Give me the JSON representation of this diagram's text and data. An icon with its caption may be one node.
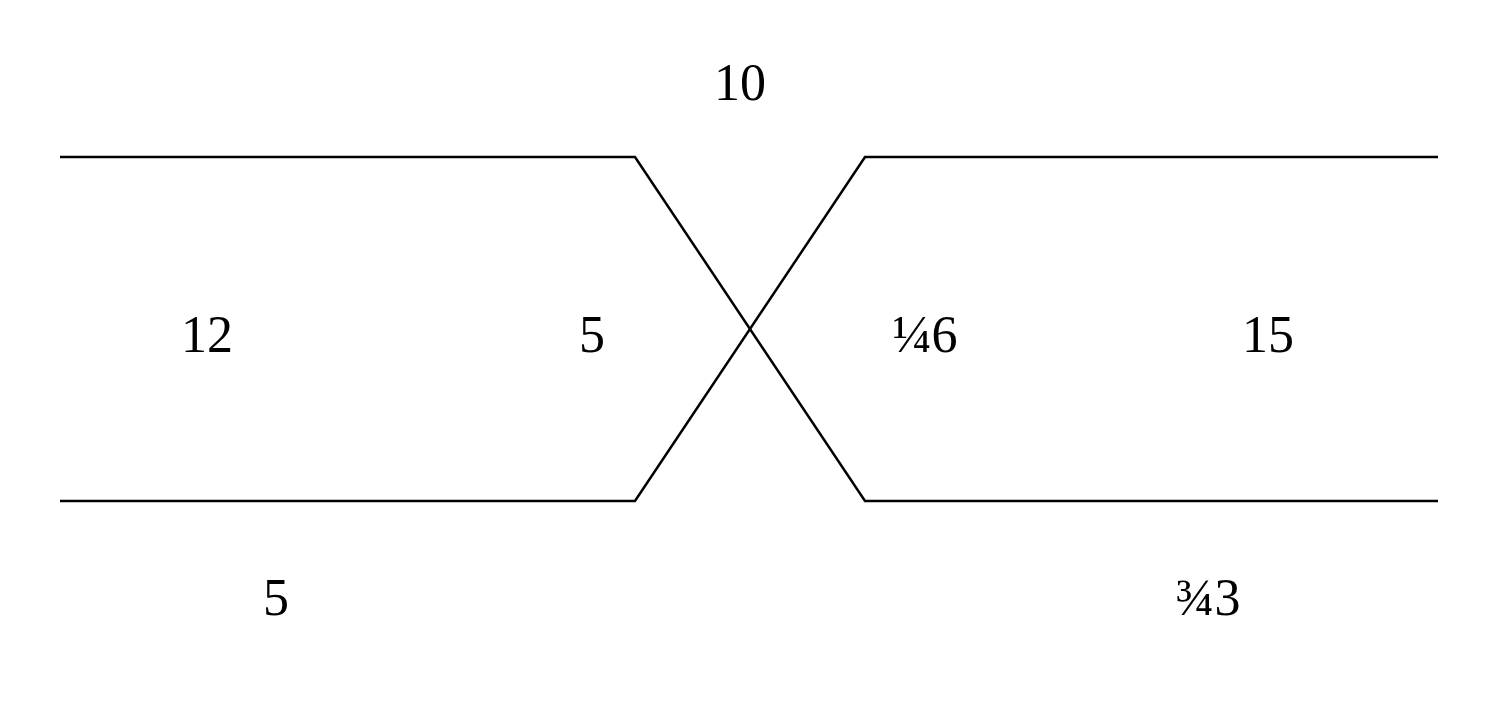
{
  "diagram": {
    "labels": [
      "10",
      "12",
      "5",
      "¼6",
      "15",
      "5",
      "¾3"
    ]
  }
}
